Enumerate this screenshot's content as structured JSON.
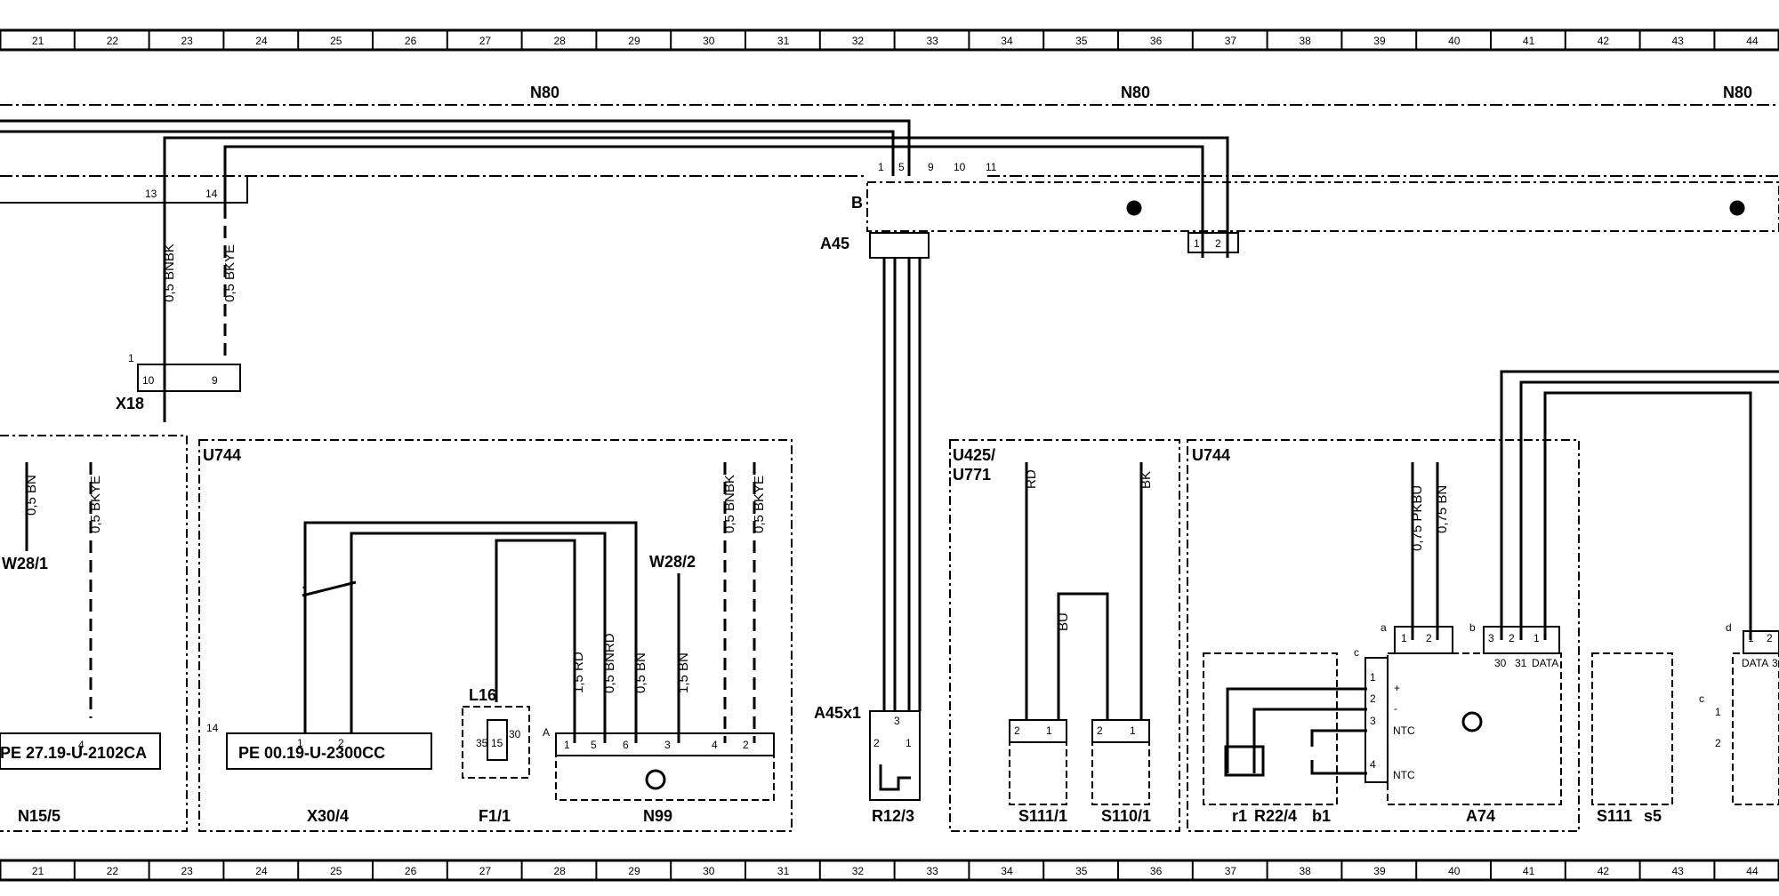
{
  "ruler": {
    "top": [
      "21",
      "22",
      "23",
      "24",
      "25",
      "26",
      "27",
      "28",
      "29",
      "30",
      "31",
      "32",
      "33",
      "34",
      "35",
      "36",
      "37",
      "38",
      "39",
      "40",
      "41",
      "42",
      "43",
      "44"
    ],
    "bottom": [
      "21",
      "22",
      "23",
      "24",
      "25",
      "26",
      "27",
      "28",
      "29",
      "30",
      "31",
      "32",
      "33",
      "34",
      "35",
      "36",
      "37",
      "38",
      "39",
      "40",
      "41",
      "42",
      "43",
      "44"
    ]
  },
  "labels": {
    "n80_a": "N80",
    "n80_b": "N80",
    "n80_c": "N80",
    "x18": "X18",
    "a45": "A45",
    "b": "B",
    "u744_a": "U744",
    "u744_b": "U744",
    "u425": "U425/",
    "u771": "U771",
    "w28_1": "W28/1",
    "w28_2": "W28/2",
    "pe_n15": "PE 27.19-U-2102CA",
    "n15_5": "N15/5",
    "pe_x30": "PE 00.19-U-2300CC",
    "x30_4": "X30/4",
    "l16": "L16",
    "f1_1": "F1/1",
    "n99": "N99",
    "a45x1": "A45x1",
    "r12_3": "R12/3",
    "s111_1": "S111/1",
    "s110_1": "S110/1",
    "r1": "r1",
    "r22_4": "R22/4",
    "b1": "b1",
    "a74": "A74",
    "s111": "S111",
    "s5": "s5"
  },
  "wires": {
    "w1": "0,5 BNBK",
    "w2": "0,5 BKYE",
    "w3": "0,5 BN",
    "w4": "0,5 BKYE",
    "w5": "1,5 RD",
    "w6": "0,5 BNRD",
    "w7": "0,5 BN",
    "w8": "1,5 BN",
    "w9": "0,5 BNBK",
    "w10": "0,5 BKYE",
    "w11": "RD",
    "w12": "BK",
    "w13": "BU",
    "w14": "0,75 PKBU",
    "w15": "0,75 BN"
  },
  "pins": {
    "p13": "13",
    "p14a": "14",
    "p1": "1",
    "p5": "5",
    "p9a": "9",
    "p10a": "10",
    "p11": "11",
    "x18_1": "1",
    "x18_10": "10",
    "x18_9": "9",
    "a45_1": "1",
    "a45_2": "2",
    "n15_4": "4",
    "x30_14": "14",
    "x30_1": "1",
    "x30_2": "2",
    "f1_35": "35",
    "f1_15": "15",
    "f1_30": "30",
    "n99_a": "A",
    "n99_1": "1",
    "n99_5": "5",
    "n99_6": "6",
    "n99_3": "3",
    "n99_4": "4",
    "n99_2": "2",
    "r12_3p": "3",
    "r12_2": "2",
    "r12_1": "1",
    "s111_2": "2",
    "s111_1p": "1",
    "s110_2": "2",
    "s110_1p": "1",
    "a74_a": "a",
    "a74_b": "b",
    "a74_c": "c",
    "a74_d": "d",
    "a74_a1": "1",
    "a74_a2": "2",
    "a74_b3": "3",
    "a74_b2": "2",
    "a74_b1": "1",
    "a74_c1": "1",
    "a74_c2": "2",
    "a74_c3": "3",
    "a74_c4": "4",
    "t30": "30",
    "t31": "31",
    "data": "DATA",
    "plus": "+",
    "minus": "-",
    "ntc1": "NTC",
    "ntc2": "NTC",
    "d1": "1",
    "d2": "2",
    "data2": "DATA",
    "d3": "3",
    "s111_c": "c",
    "s111_c1": "1",
    "s111_c2": "2"
  }
}
